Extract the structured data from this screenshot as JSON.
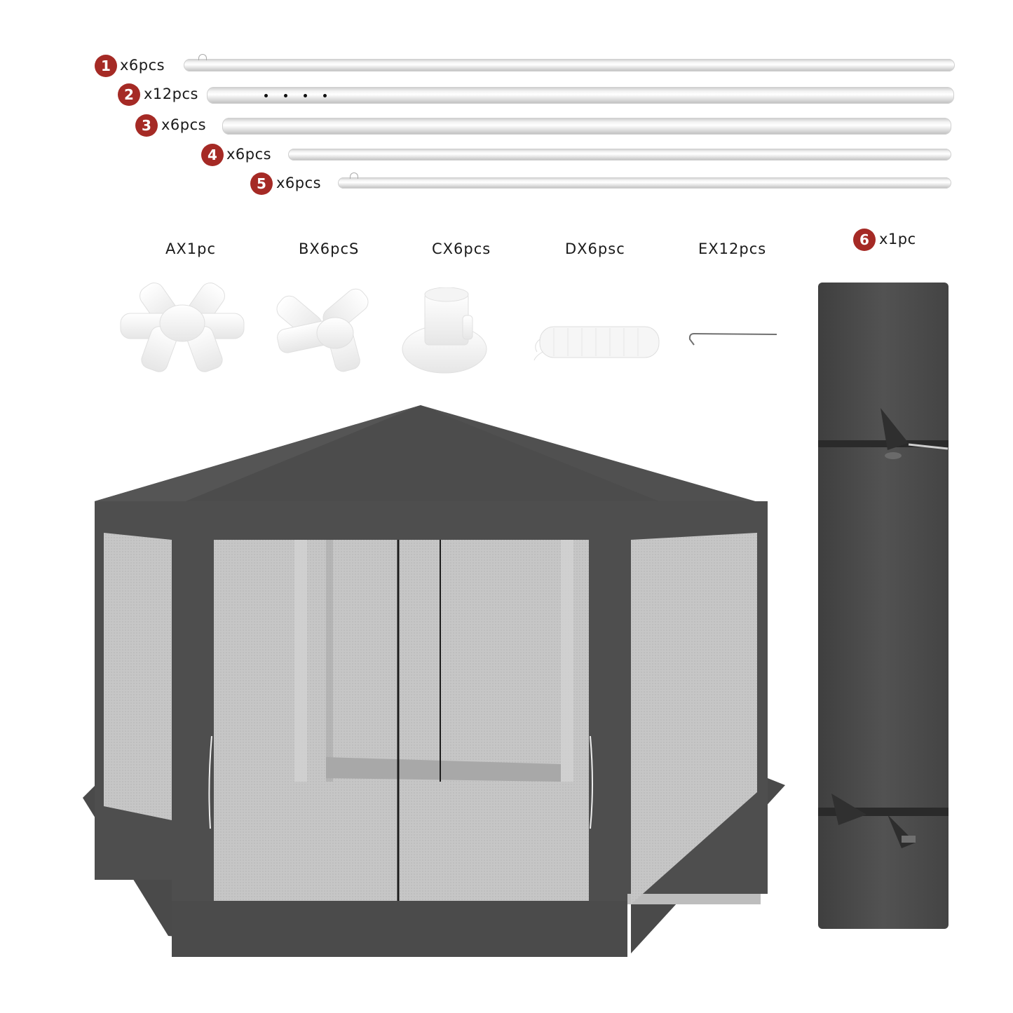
{
  "poles": [
    {
      "number": "1",
      "quantity": "x6pcs"
    },
    {
      "number": "2",
      "quantity": "x12pcs"
    },
    {
      "number": "3",
      "quantity": "x6pcs"
    },
    {
      "number": "4",
      "quantity": "x6pcs"
    },
    {
      "number": "5",
      "quantity": "x6pcs"
    }
  ],
  "accessories": [
    {
      "label": "AX1pc",
      "icon": "six-way-connector-icon"
    },
    {
      "label": "BX6pcS",
      "icon": "three-way-connector-icon"
    },
    {
      "label": "CX6pcs",
      "icon": "foot-base-icon"
    },
    {
      "label": "DX6psc",
      "icon": "rope-coil-icon"
    },
    {
      "label": "EX12pcs",
      "icon": "ground-stake-icon"
    }
  ],
  "bag": {
    "number": "6",
    "quantity": "x1pc"
  },
  "colors": {
    "badge": "#a52a25",
    "canopy": "#4d4d4d",
    "mesh": "#c4c4c4",
    "pole": "#ededed",
    "bag": "#4a4a4a"
  }
}
